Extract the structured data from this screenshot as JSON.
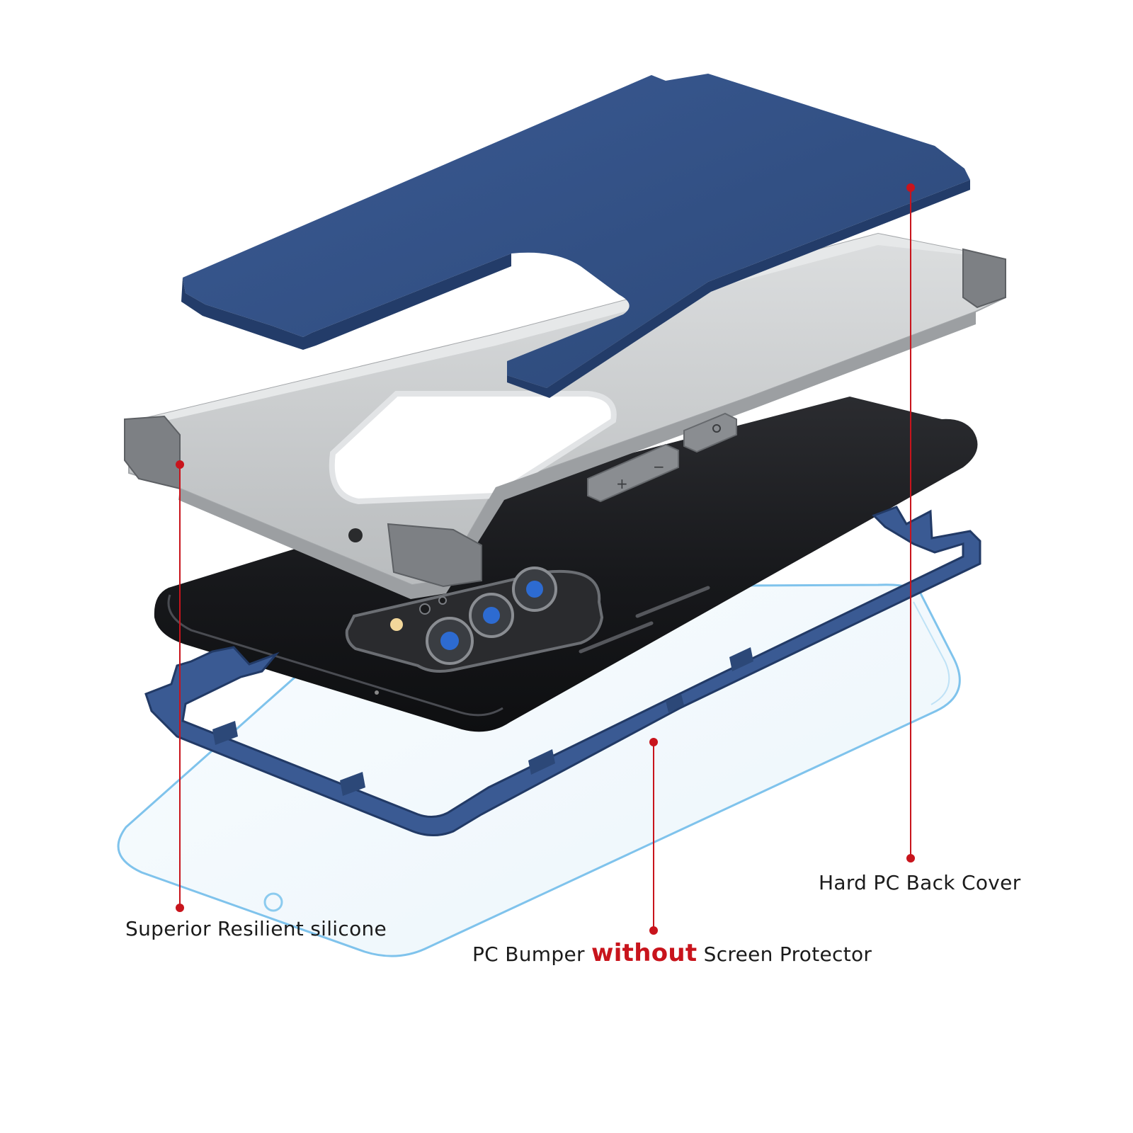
{
  "callouts": {
    "back_cover": {
      "label": "Hard PC Back Cover",
      "part": "Hard PC Back Cover"
    },
    "silicone": {
      "label": "Superior Resilient silicone"
    },
    "bumper": {
      "prefix": "PC Bumper",
      "emphasis": "without",
      "suffix": "Screen Protector"
    }
  },
  "colors": {
    "navy": "#2f4d84",
    "navy_dark": "#233c69",
    "navy_light": "#3f5f98",
    "silicone_gray": "#c9cbcd",
    "silicone_dark": "#7a7d80",
    "phone_black": "#1e1f22",
    "glass_stroke": "#7fc3ec",
    "glass_fill": "#e8f5fc",
    "callout_red": "#c8141c",
    "text": "#1b1b1b"
  },
  "icons": {
    "callout_dot": "red-dot-icon",
    "volume_up": "plus-icon",
    "volume_down": "minus-icon",
    "power": "power-icon"
  }
}
